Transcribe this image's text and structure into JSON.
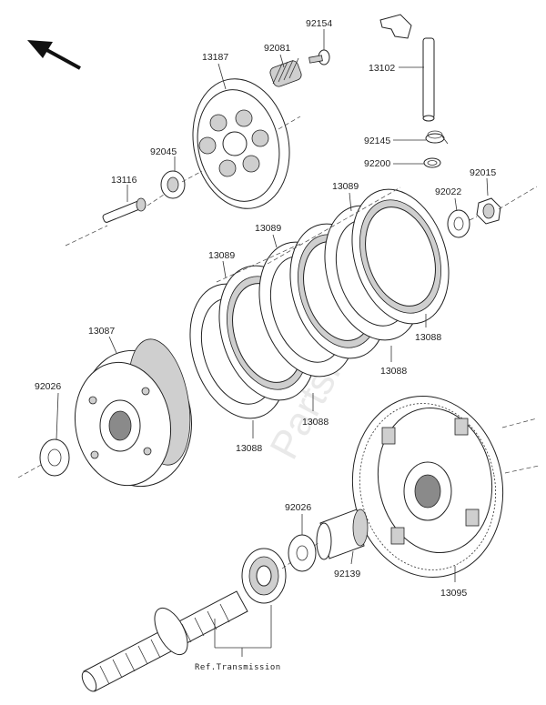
{
  "watermark": "PartsRepublik",
  "callouts": {
    "c13187": "13187",
    "c92081": "92081",
    "c92154": "92154",
    "c13102": "13102",
    "c92045": "92045",
    "c92145": "92145",
    "c92200": "92200",
    "c13116": "13116",
    "c13089a": "13089",
    "c13089b": "13089",
    "c13089c": "13089",
    "c92022": "92022",
    "c92015": "92015",
    "c13087": "13087",
    "c13088a": "13088",
    "c13088b": "13088",
    "c13088c": "13088",
    "c13088d": "13088",
    "c92026a": "92026",
    "c92026b": "92026",
    "c92139": "92139",
    "c13095": "13095"
  },
  "ref_note": "Ref.Transmission",
  "icons": {
    "front_arrow": "direction-arrow-icon"
  }
}
